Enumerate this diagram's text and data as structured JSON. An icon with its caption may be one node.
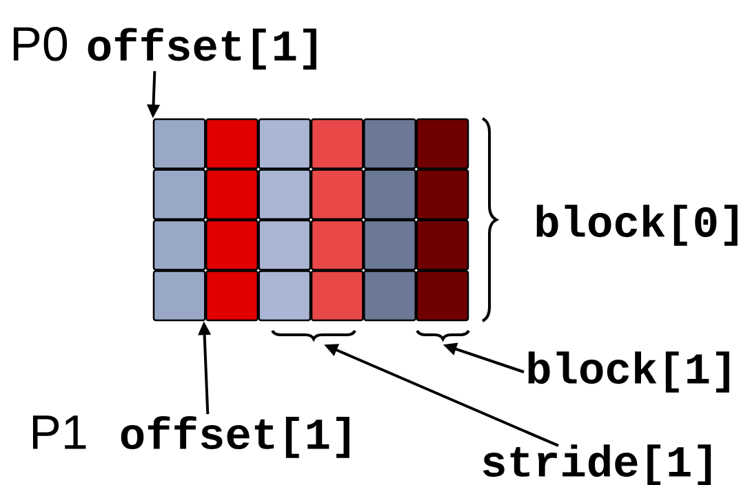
{
  "diagram": {
    "nodes": [
      {
        "text": [
          "P0",
          "offset[1]"
        ]
      },
      {
        "text": [],
        "shape": "picture"
      },
      {
        "text": [
          "P1",
          "offset[1]"
        ]
      },
      {
        "text": [],
        "shape": "brace"
      },
      {
        "text": [],
        "shape": "brace"
      },
      {
        "text": [
          "block[1]"
        ]
      },
      {
        "text": [
          "stride[1]"
        ]
      }
    ],
    "edges": [
      {
        "from": 0,
        "to": 1,
        "arrow": "to"
      },
      {
        "from": 2,
        "to": 1,
        "arrow": "to"
      },
      {
        "from": 5,
        "to": 4,
        "arrow": "to"
      },
      {
        "from": 6,
        "to": 3,
        "arrow": "to"
      }
    ],
    "labels": [
      "block[0]"
    ]
  }
}
